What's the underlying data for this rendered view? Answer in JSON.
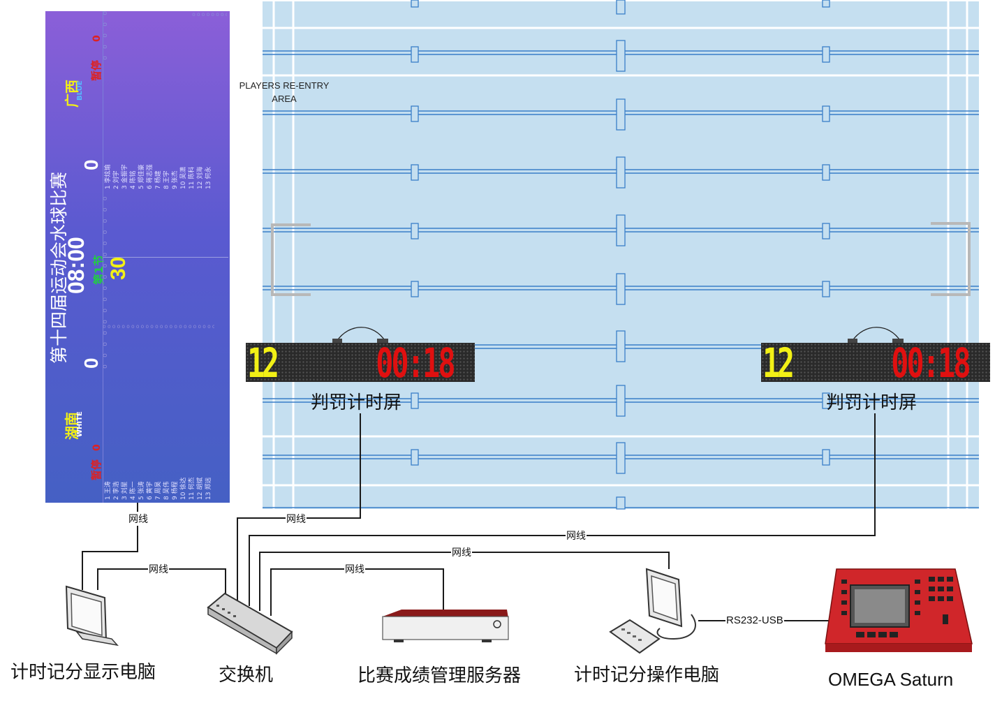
{
  "scoreboard": {
    "title": "第十四届运动会水球比赛",
    "clock": "08:00",
    "period": "第1节",
    "shot_clock": "30",
    "home": {
      "name": "广西",
      "color_label": "BLUE",
      "score": "0",
      "timeouts_label": "暂停",
      "timeouts": "0",
      "players": [
        "1 李炫瑜",
        "2 刘宇",
        "3 金振宇",
        "4 陈铭",
        "5 郑佳豪",
        "6 蒋志强",
        "7 杨建",
        "8 王宇",
        "9 张杰",
        "10 吴潇",
        "11 陈科",
        "12 刘海",
        "13 何永"
      ]
    },
    "away": {
      "name": "湖南",
      "color_label": "WHITE",
      "score": "0",
      "timeouts_label": "暂停",
      "timeouts": "0",
      "players": [
        "1 王涛",
        "2 李浩",
        "3 刘星",
        "4 陈一",
        "5 张涛",
        "6 黄宇",
        "7 周昊",
        "8 吴伟",
        "9 杨程",
        "10 徐达",
        "11 何杰",
        "12 胡斌",
        "13 郑远"
      ]
    }
  },
  "pool": {
    "reentry_label_line1": "PLAYERS RE-ENTRY",
    "reentry_label_line2": "AREA"
  },
  "penalty_screens": [
    {
      "number": "12",
      "time": "00:18",
      "label": "判罚计时屏"
    },
    {
      "number": "12",
      "time": "00:18",
      "label": "判罚计时屏"
    }
  ],
  "cable_label": "网线",
  "serial_label": "RS232-USB",
  "devices": {
    "display_pc": "计时记分显示电脑",
    "switch": "交换机",
    "server": "比赛成绩管理服务器",
    "operator_pc": "计时记分操作电脑",
    "omega": "OMEGA Saturn"
  },
  "colors": {
    "pool": "#c5dff0",
    "lane": "#3a7fc8",
    "board_top": "#8b5fd8",
    "board_bottom": "#4560c4",
    "omega_red": "#d0262a"
  }
}
